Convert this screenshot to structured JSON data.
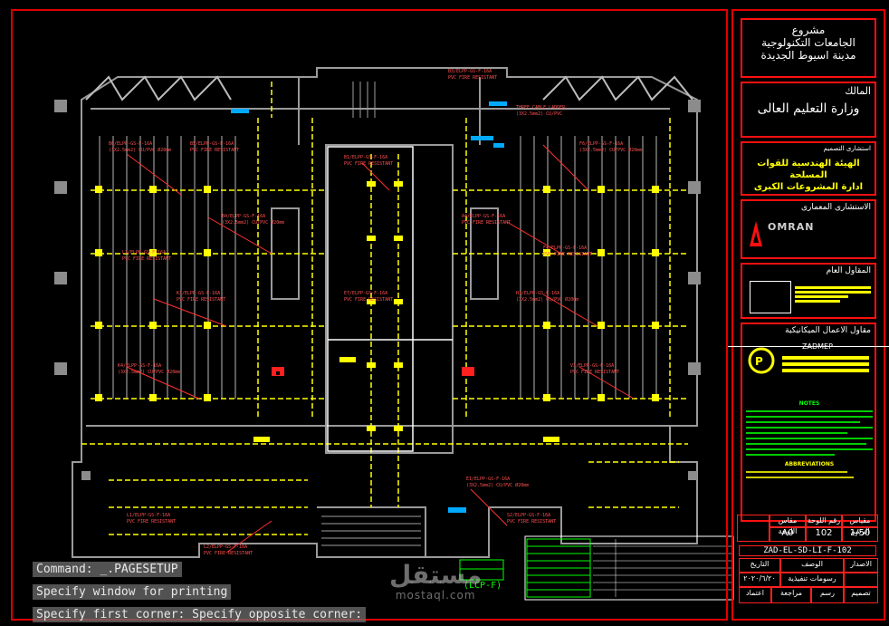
{
  "titleblock": {
    "project_label": "مشروع",
    "project_name_1": "الجامعات التكنولوجية",
    "project_name_2": "مدينة اسيوط الجديدة",
    "owner_label": "المالك",
    "owner_name": "وزارة التعليم العالى",
    "design_consultant_label": "استشارى التصميم",
    "design_consultant_1": "الهيئة الهندسية للقوات المسلحة",
    "design_consultant_2": "ادارة المشروعات الكبرى",
    "arch_consultant_label": "الاستشارى المعمارى",
    "arch_logo_text": "OMRAN",
    "general_contractor_label": "المقاول العام",
    "mep_contractor_label": "مقاول الاعمال الميكانيكية",
    "mep_logo_text": "ZADMEP",
    "scale_label": "مقياس الرسم",
    "sheet_no_label": "رقم اللوحة",
    "sheet_size_label": "مقاس اللوحة",
    "scale_value": "1/50",
    "sheet_no_value": "102",
    "sheet_size_value": "A0",
    "drawing_code": "ZAD-EL-SD-LI-F-102",
    "issue_label": "الاصدار",
    "desc_label": "الوصف",
    "date_label": "التاريخ",
    "desc_value": "رسومات تنفيذية",
    "date_value": "٢٠٢٠/٦/٢٠",
    "design_label": "تصميم",
    "draw_label": "رسم",
    "review_label": "مراجعة",
    "approve_label": "اعتماد"
  },
  "drawing": {
    "floor_label": "(LCP-F)",
    "notes_heading": "NOTES",
    "abbreviations_heading": "ABBREVIATIONS",
    "colors": {
      "background": "#000000",
      "border": "#e00000",
      "cable": "#ffff00",
      "wall": "#9a9a9a",
      "annotation": "#ff3030",
      "legend": "#00ff00"
    }
  },
  "command_line": {
    "lines": [
      "Command: _.PAGESETUP",
      "Specify window for printing",
      "Specify first corner: Specify opposite corner:"
    ]
  },
  "watermark": {
    "arabic": "مستقل",
    "latin": "mostaql.com"
  }
}
